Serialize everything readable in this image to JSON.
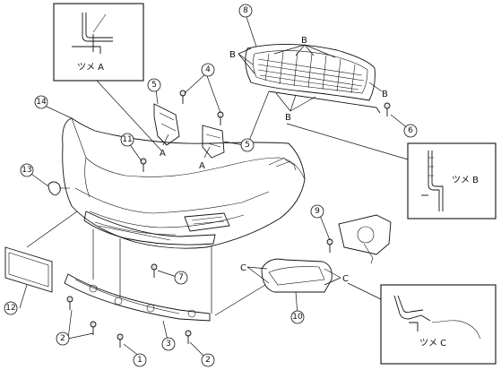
{
  "callouts": {
    "c1": "1",
    "c2a": "2",
    "c2b": "2",
    "c3": "3",
    "c4": "4",
    "c5a": "5",
    "c5b": "5",
    "c6": "6",
    "c7": "7",
    "c8": "8",
    "c9": "9",
    "c10": "10",
    "c11": "11",
    "c12": "12",
    "c13": "13",
    "c14": "14"
  },
  "letters": {
    "A1": "A",
    "A2": "A",
    "B1": "B",
    "B2": "B",
    "B3": "B",
    "B4": "B",
    "C1": "C",
    "C2": "C"
  },
  "detail": {
    "a_label": "ツメ A",
    "b_label": "ツメ B",
    "c_label": "ツメ C"
  }
}
